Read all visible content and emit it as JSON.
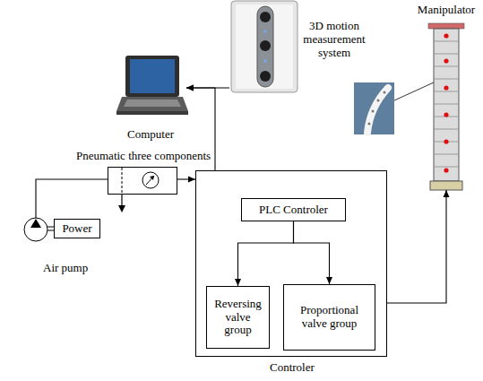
{
  "diagram": {
    "nodes": [
      {
        "text": [
          "3D motion measurement system"
        ]
      },
      {
        "text": [
          "Manipulator"
        ]
      },
      {
        "text": [
          "Computer"
        ]
      },
      {
        "text": [
          "Pneumatic three components"
        ]
      },
      {
        "text": [
          "Controler"
        ]
      },
      {
        "text": [
          "PLC Controler"
        ],
        "in": 4
      },
      {
        "text": [
          "Reversing valve group"
        ],
        "in": 4
      },
      {
        "text": [
          "Proportional valve group"
        ],
        "in": 4
      },
      {
        "text": [
          "Power"
        ]
      },
      {
        "text": [
          "Air pump"
        ]
      }
    ],
    "edges": [
      {
        "from": 0,
        "to": 2,
        "arrow": "to"
      },
      {
        "from": 4,
        "to": 2,
        "arrow": "to"
      },
      {
        "from": 4,
        "to": 1,
        "arrow": "to"
      },
      {
        "from": 5,
        "to": 6,
        "arrow": "to"
      },
      {
        "from": 5,
        "to": 7,
        "arrow": "to"
      },
      {
        "from": 3,
        "to": 4,
        "arrow": "to"
      },
      {
        "from": 9,
        "to": 3,
        "arrow": "none"
      },
      {
        "from": 8,
        "to": 9,
        "arrow": "none"
      }
    ]
  }
}
